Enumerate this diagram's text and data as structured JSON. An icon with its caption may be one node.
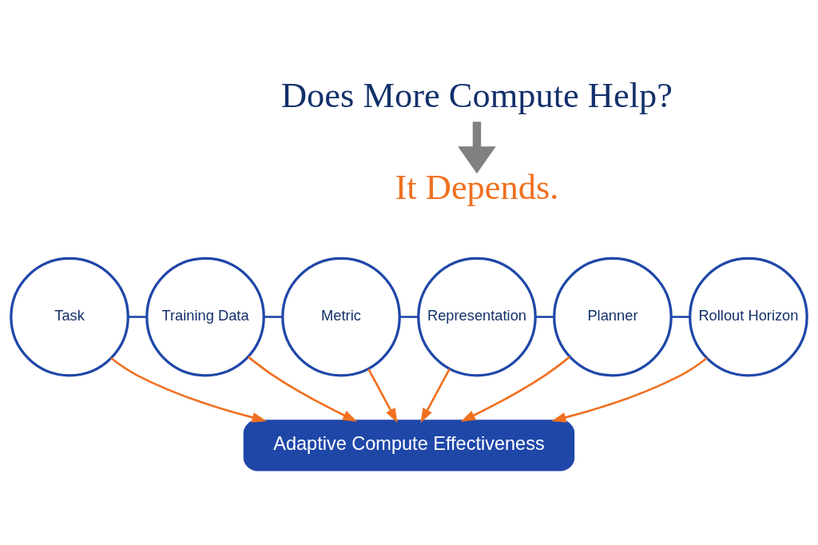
{
  "diagram": {
    "nodes": [
      {
        "text": [
          "Does More Compute Help?"
        ]
      },
      {
        "text": [
          "It Depends."
        ]
      },
      {
        "text": [
          "Task"
        ]
      },
      {
        "text": [
          "Training Data"
        ]
      },
      {
        "text": [
          "Metric"
        ]
      },
      {
        "text": [
          "Representation"
        ]
      },
      {
        "text": [
          "Planner"
        ]
      },
      {
        "text": [
          "Rollout Horizon"
        ]
      },
      {
        "text": [
          "Adaptive Compute Effectiveness"
        ]
      }
    ],
    "edges": [
      {
        "from": 0,
        "to": 1,
        "arrow": "to",
        "style": "thick",
        "color": "#808080"
      },
      {
        "from": 2,
        "to": 3,
        "arrow": "none",
        "color": "#1f47a8"
      },
      {
        "from": 3,
        "to": 4,
        "arrow": "none",
        "color": "#1f47a8"
      },
      {
        "from": 4,
        "to": 5,
        "arrow": "none",
        "color": "#1f47a8"
      },
      {
        "from": 5,
        "to": 6,
        "arrow": "none",
        "color": "#1f47a8"
      },
      {
        "from": 6,
        "to": 7,
        "arrow": "none",
        "color": "#1f47a8"
      },
      {
        "from": 2,
        "to": 8,
        "arrow": "to"
      },
      {
        "from": 3,
        "to": 8,
        "arrow": "to"
      },
      {
        "from": 4,
        "to": 8,
        "arrow": "to"
      },
      {
        "from": 5,
        "to": 8,
        "arrow": "to"
      },
      {
        "from": 6,
        "to": 8,
        "arrow": "to"
      },
      {
        "from": 7,
        "to": 8,
        "arrow": "to"
      }
    ]
  }
}
